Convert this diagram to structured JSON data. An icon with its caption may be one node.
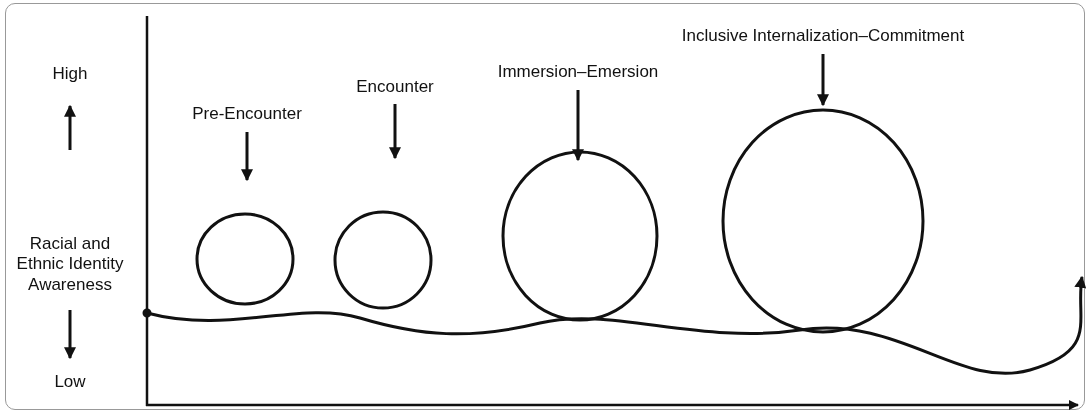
{
  "diagram": {
    "nodes": [
      {
        "text": [
          "Pre-Encounter"
        ]
      },
      {
        "text": [
          "Encounter"
        ]
      },
      {
        "text": [
          "Immersion–Emersion"
        ]
      },
      {
        "text": [
          "Inclusive Internalization–Commitment"
        ]
      }
    ],
    "edges": [
      {
        "from": 0,
        "to": null,
        "arrow": "to"
      },
      {
        "from": 1,
        "to": null,
        "arrow": "to"
      },
      {
        "from": 2,
        "to": null,
        "arrow": "to"
      },
      {
        "from": 3,
        "to": null,
        "arrow": "to"
      }
    ],
    "labels": [
      "High",
      "Racial and Ethnic Identity Awareness",
      "Low"
    ]
  }
}
